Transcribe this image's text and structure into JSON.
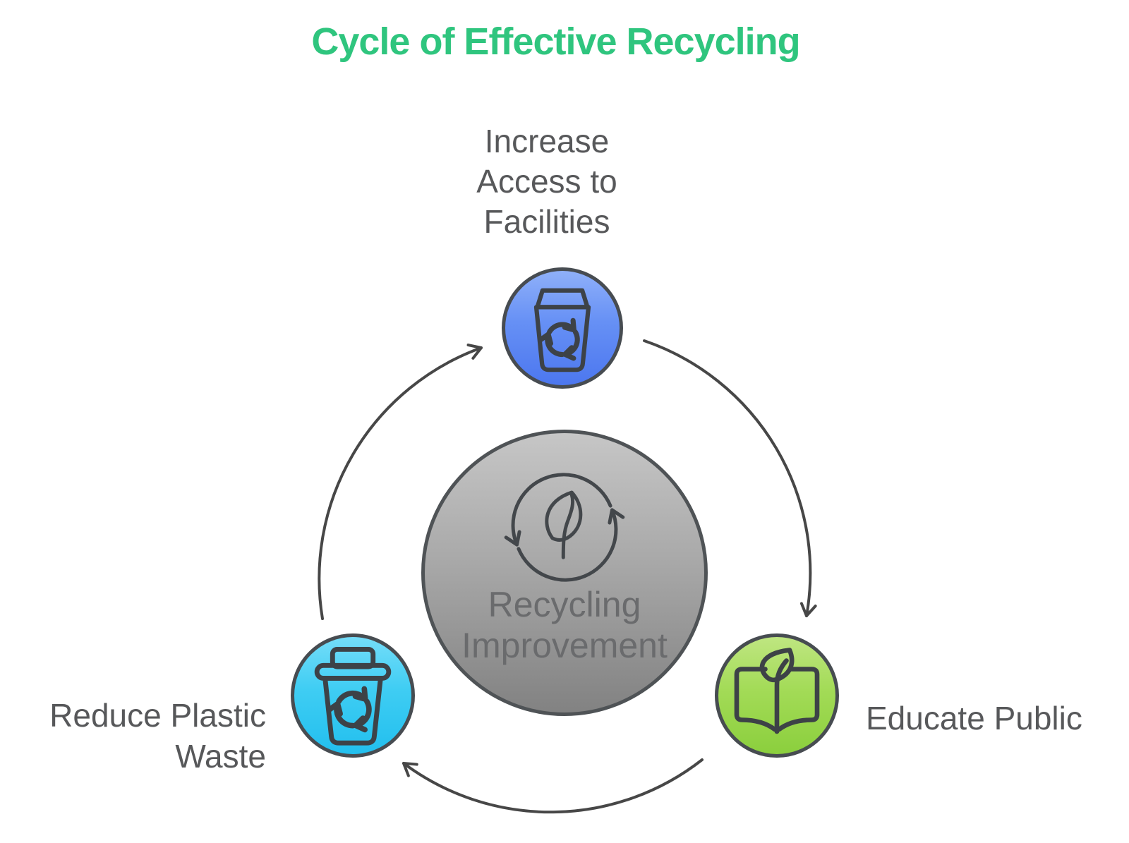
{
  "title": {
    "text": "Cycle of Effective Recycling",
    "color": "#2fc57e"
  },
  "center_node": {
    "icon": "leaf-cycle-icon",
    "lines": [
      "Recycling",
      "Improvement"
    ],
    "gradient_top": "#c6c6c6",
    "gradient_bottom": "#828282",
    "text_color": "#6a6b6d"
  },
  "nodes": {
    "top": {
      "icon": "recycle-bin-icon",
      "lines": [
        "Increase",
        "Access to",
        "Facilities"
      ],
      "circle_top": "#8fb0f9",
      "circle_bottom": "#4c77ef"
    },
    "right": {
      "icon": "eco-book-icon",
      "lines": [
        "Educate Public"
      ],
      "circle_top": "#bfe681",
      "circle_bottom": "#8bcf3d"
    },
    "left": {
      "icon": "lidded-recycle-bin-icon",
      "lines": [
        "Reduce Plastic",
        "Waste"
      ],
      "circle_top": "#74ddf9",
      "circle_bottom": "#22bfee"
    }
  },
  "arrows": {
    "color": "#474747",
    "flow": [
      "reduce-plastic-waste to increase-access-to-facilities",
      "increase-access-to-facilities to educate-public",
      "educate-public to reduce-plastic-waste"
    ]
  },
  "label_color": "#57585a"
}
